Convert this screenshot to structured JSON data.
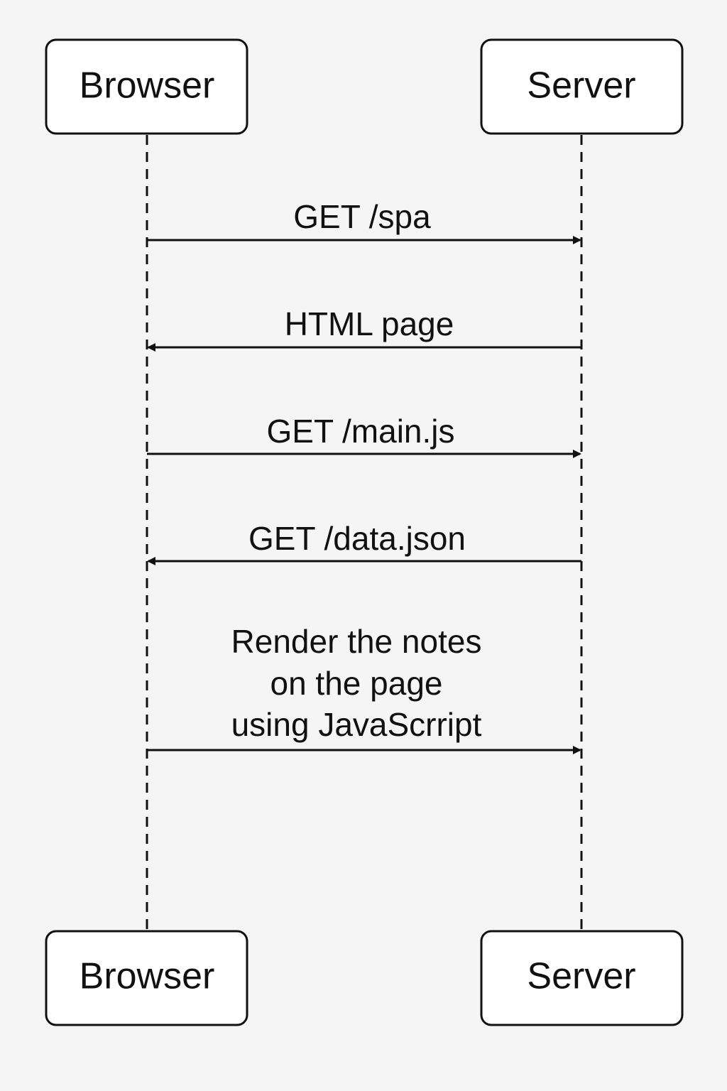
{
  "diagram": {
    "participants": [
      {
        "id": "browser",
        "label": "Browser"
      },
      {
        "id": "server",
        "label": "Server"
      }
    ],
    "messages": [
      {
        "from": "browser",
        "to": "server",
        "lines": [
          "GET /spa"
        ]
      },
      {
        "from": "server",
        "to": "browser",
        "lines": [
          "HTML page"
        ]
      },
      {
        "from": "browser",
        "to": "server",
        "lines": [
          "GET /main.js"
        ]
      },
      {
        "from": "server",
        "to": "browser",
        "lines": [
          "GET /data.json"
        ]
      },
      {
        "from": "browser",
        "to": "server",
        "lines": [
          "Render the notes",
          "on the page",
          "using JavaScrript"
        ]
      }
    ]
  },
  "colors": {
    "background": "#f5f5f5",
    "stroke": "#111111",
    "box_fill": "#ffffff"
  }
}
